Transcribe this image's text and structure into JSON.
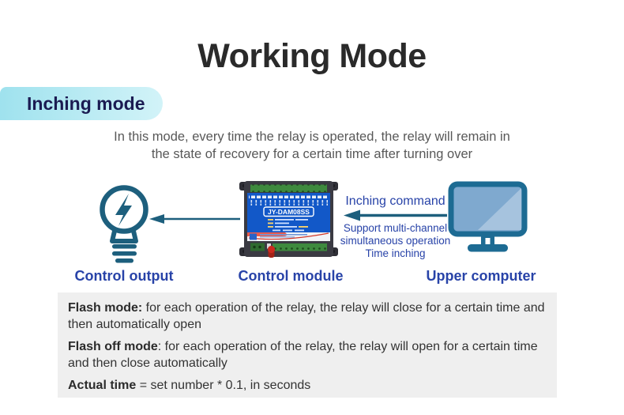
{
  "title": "Working Mode",
  "badge": {
    "label": "Inching mode"
  },
  "description": {
    "line1": "In this mode, every time the relay is operated, the relay will remain in",
    "line2": "the state of recovery for a certain time after turning over"
  },
  "diagram": {
    "module_model": "JY-DAM08SS",
    "inching_command": "Inching command",
    "support_line1": "Support multi-channel",
    "support_line2": "simultaneous operation",
    "support_line3": "Time inching",
    "labels": {
      "control_output": "Control output",
      "control_module": "Control module",
      "upper_computer": "Upper computer"
    }
  },
  "info_box": {
    "flash_mode_term": "Flash mode:",
    "flash_mode_desc": " for each operation of the relay, the relay will close for a certain time and then automatically open",
    "flash_off_term": "Flash off mode",
    "flash_off_desc": ": for each operation of the relay, the relay will open for a certain time and then close automatically",
    "actual_time_term": "Actual time",
    "actual_time_desc": " = set number * 0.1, in seconds"
  },
  "colors": {
    "title-color": "#2a2a2a",
    "body-gray": "#585858",
    "blue-label": "#2843a8",
    "badge-text": "#1b1b52",
    "badge-grad-start": "#9fe2ee",
    "badge-grad-end": "#d2f3f8",
    "teal": "#1d5f7d",
    "monitor-screen": "#7fa9cf",
    "monitor-screen-light": "#a6c3de",
    "box-bg": "#efefef",
    "module-blue": "#1258c8",
    "module-green": "#3e8a3e",
    "antenna-red": "#cc2a1e"
  }
}
